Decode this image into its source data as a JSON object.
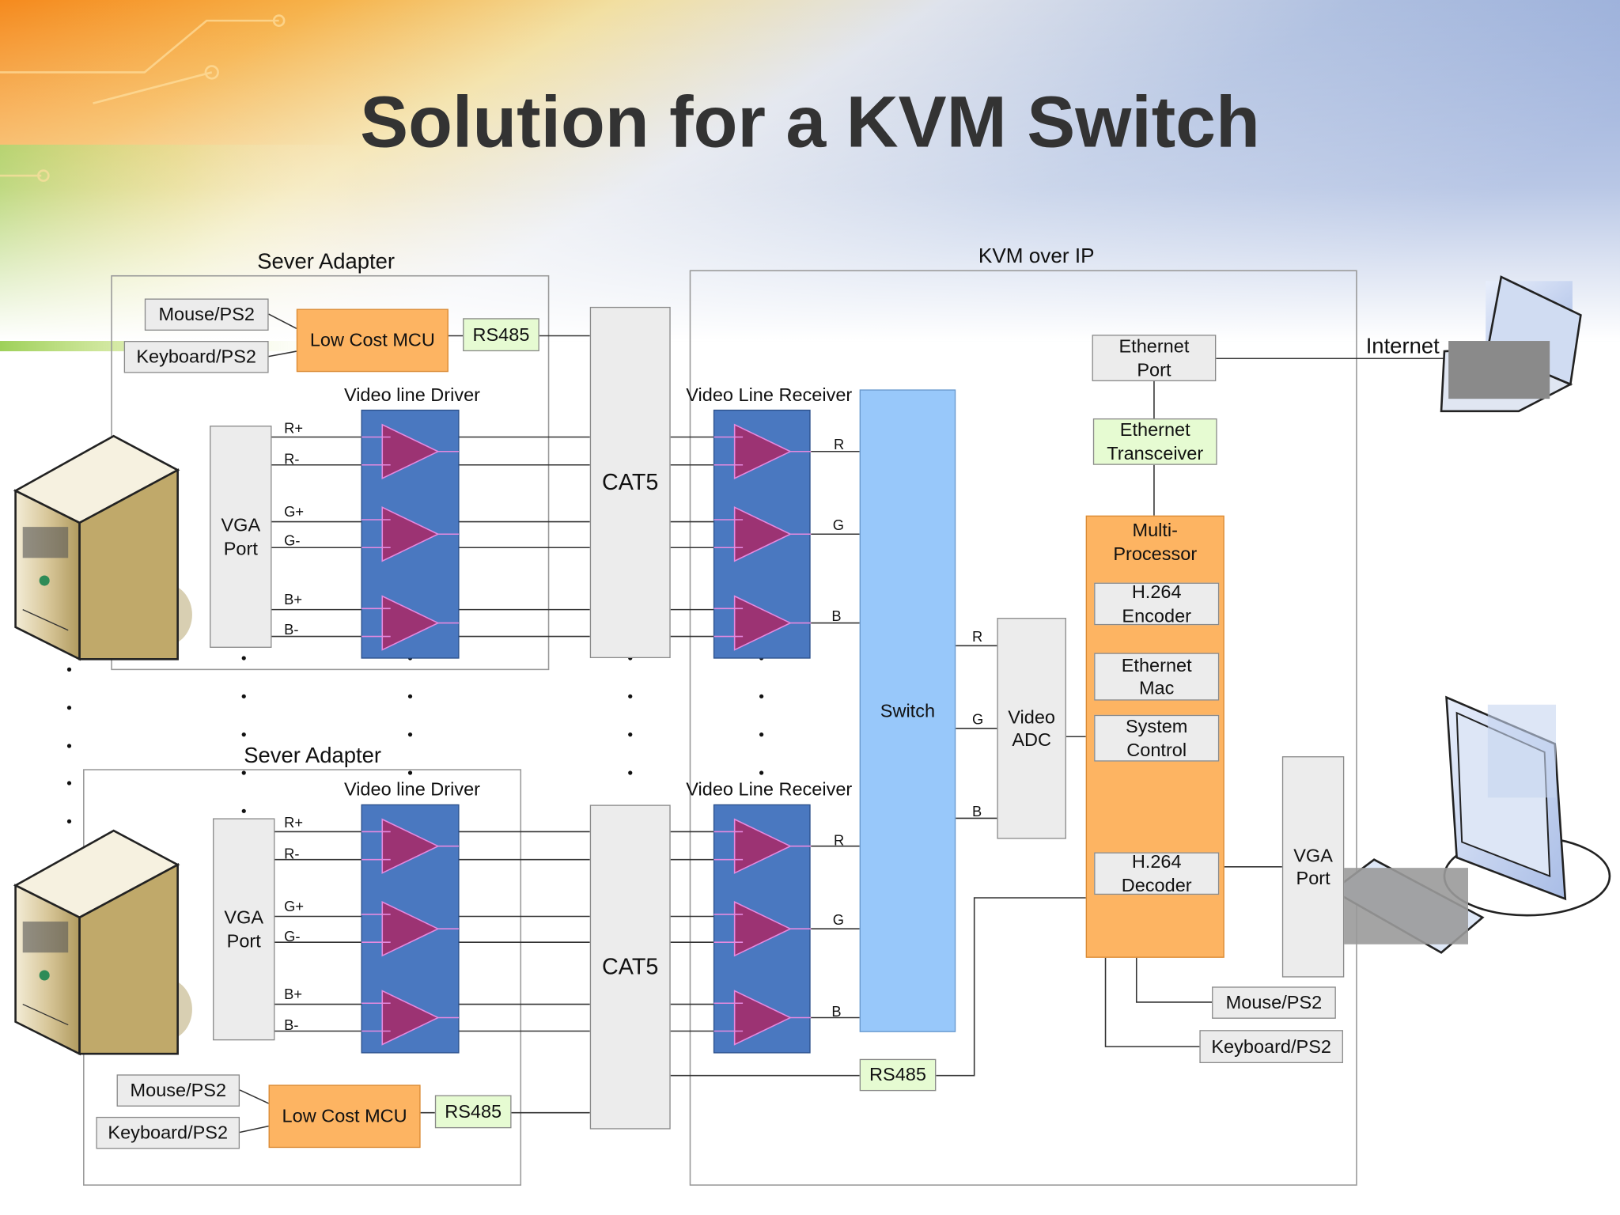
{
  "title": "Solution for a KVM Switch",
  "sections": {
    "server_adapter_top": "Sever Adapter",
    "server_adapter_bottom": "Sever Adapter",
    "kvm_over_ip": "KVM over IP",
    "internet": "Internet"
  },
  "top_adapter": {
    "mouse": "Mouse/PS2",
    "keyboard": "Keyboard/PS2",
    "mcu": "Low Cost MCU",
    "rs485": "RS485",
    "vga_port": "VGA Port",
    "video_driver": "Video line Driver",
    "pins": [
      "R+",
      "R-",
      "G+",
      "G-",
      "B+",
      "B-"
    ]
  },
  "bottom_adapter": {
    "mouse": "Mouse/PS2",
    "keyboard": "Keyboard/PS2",
    "mcu": "Low Cost MCU",
    "rs485": "RS485",
    "vga_port": "VGA Port",
    "video_driver": "Video line Driver",
    "pins": [
      "R+",
      "R-",
      "G+",
      "G-",
      "B+",
      "B-"
    ]
  },
  "cat5_top": "CAT5",
  "cat5_bottom": "CAT5",
  "receiver_top": {
    "label": "Video Line Receiver",
    "pins": [
      "R",
      "G",
      "B"
    ]
  },
  "receiver_bottom": {
    "label": "Video Line Receiver",
    "pins": [
      "R",
      "G",
      "B"
    ]
  },
  "switch": "Switch",
  "video_adc": {
    "label": "Video ADC",
    "pins": [
      "R",
      "G",
      "B"
    ]
  },
  "ethernet_port": "Ethernet Port",
  "ethernet_transceiver": "Ethernet Transceiver",
  "multiprocessor": {
    "label": "Multi-Processor",
    "h264_encoder": "H.264 Encoder",
    "ethernet_mac": "Ethernet Mac",
    "system_control": "System Control",
    "h264_decoder": "H.264 Decoder"
  },
  "vga_port_right": "VGA Port",
  "mouse_right": "Mouse/PS2",
  "keyboard_right": "Keyboard/PS2",
  "rs485_center": "RS485",
  "colors": {
    "title": "#333333",
    "driver_fill": "#4a78c0",
    "amplifier": "#9c3373",
    "mcu": "#fdb462",
    "green_box": "#e6fbd2",
    "switch": "#98c8fa"
  }
}
